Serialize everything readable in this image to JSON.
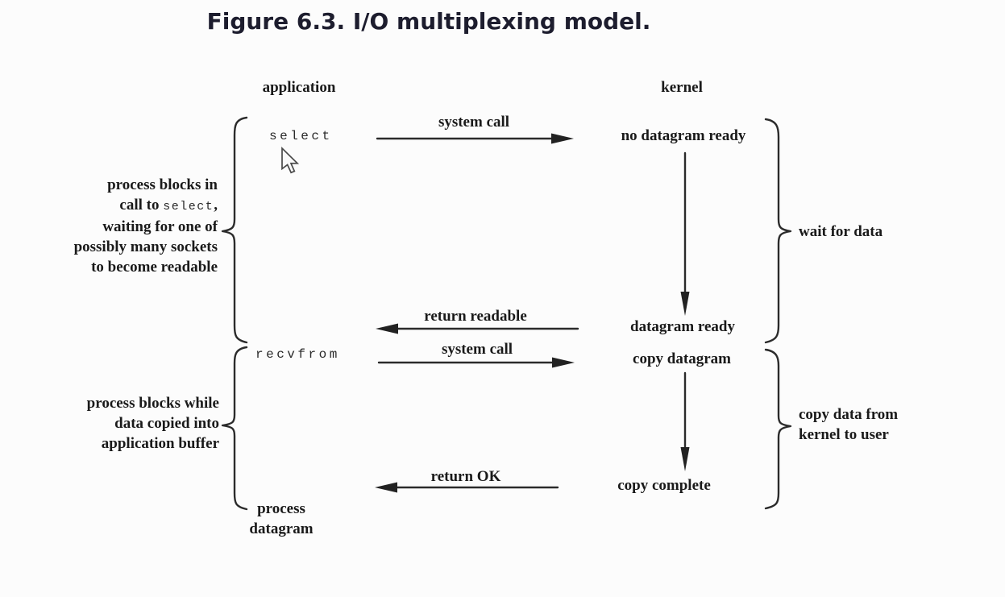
{
  "title": "Figure 6.3. I/O multiplexing model.",
  "columns": {
    "application": "application",
    "kernel": "kernel"
  },
  "application_calls": {
    "select": "select",
    "recvfrom": "recvfrom"
  },
  "arrow_labels": {
    "system_call_1": "system call",
    "return_readable": "return readable",
    "system_call_2": "system call",
    "return_ok": "return OK"
  },
  "kernel_states": {
    "no_datagram_ready": "no datagram ready",
    "datagram_ready": "datagram ready",
    "copy_datagram": "copy datagram",
    "copy_complete": "copy complete"
  },
  "notes": {
    "left_select": {
      "line1": "process blocks in",
      "line2_pre": "call to ",
      "line2_code": "select",
      "line2_post": ",",
      "line3": "waiting for one of",
      "line4": "possibly many sockets",
      "line5": "to become readable"
    },
    "left_recvfrom": {
      "line1": "process blocks while",
      "line2": "data copied into",
      "line3": "application buffer"
    },
    "right_wait": "wait for data",
    "right_copy": {
      "line1": "copy data from",
      "line2": "kernel to user"
    }
  },
  "bottom": {
    "line1": "process",
    "line2": "datagram"
  },
  "colors": {
    "title_ink": "#1d1d2e",
    "diagram_ink": "#1a1a1a",
    "arrow_ink": "#2b2b2b",
    "background": "#fcfcfc"
  }
}
